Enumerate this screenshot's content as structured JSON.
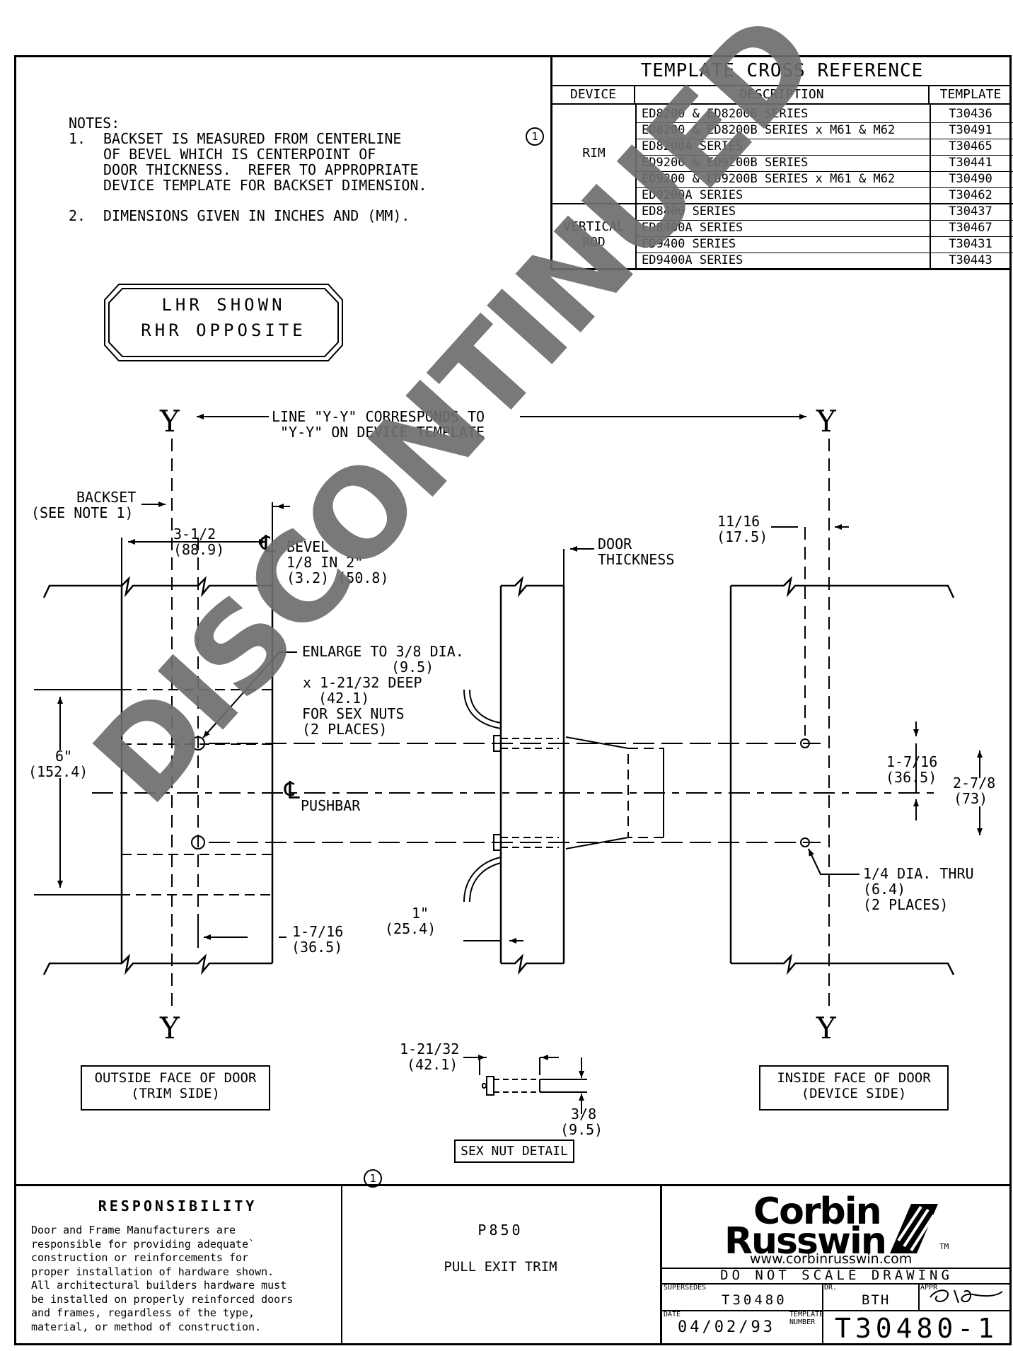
{
  "notes": {
    "heading": "NOTES:",
    "note1_num": "1.",
    "note1_lines": [
      "BACKSET IS MEASURED FROM CENTERLINE",
      "OF BEVEL WHICH IS CENTERPOINT OF",
      "DOOR THICKNESS.  REFER TO APPROPRIATE",
      "DEVICE TEMPLATE FOR BACKSET DIMENSION."
    ],
    "note2_num": "2.",
    "note2_text": "DIMENSIONS GIVEN IN INCHES AND (MM)."
  },
  "revision_mark": "1",
  "cross_reference": {
    "title": "TEMPLATE CROSS REFERENCE",
    "col_device": "DEVICE",
    "col_description": "DESCRIPTION",
    "col_template": "TEMPLATE",
    "group_rim": "RIM",
    "group_vr_1": "VERTICAL",
    "group_vr_2": "ROD",
    "rows": [
      {
        "description": "ED8200 & ED8200B SERIES",
        "template": "T30436"
      },
      {
        "description": "ED8200 & ED8200B SERIES x M61 & M62",
        "template": "T30491"
      },
      {
        "description": "ED8200A SERIES",
        "template": "T30465"
      },
      {
        "description": "ED9200 & ED9200B SERIES",
        "template": "T30441"
      },
      {
        "description": "ED9200 & ED9200B SERIES x M61 & M62",
        "template": "T30490"
      },
      {
        "description": "ED9200A SERIES",
        "template": "T30462"
      },
      {
        "description": "ED8400 SERIES",
        "template": "T30437"
      },
      {
        "description": "ED8400A SERIES",
        "template": "T30467"
      },
      {
        "description": "ED9400 SERIES",
        "template": "T30431"
      },
      {
        "description": "ED9400A SERIES",
        "template": "T30443"
      }
    ]
  },
  "hand_box": {
    "line1": "LHR SHOWN",
    "line2": "RHR OPPOSITE"
  },
  "drawing": {
    "y_label": "Y",
    "yy_line1": "LINE \"Y-Y\" CORRESPONDS TO",
    "yy_line2": "\"Y-Y\" ON DEVICE TEMPLATE",
    "backset_1": "BACKSET",
    "backset_2": "(SEE NOTE 1)",
    "dim_3_5_a": "3-1/2",
    "dim_3_5_b": "(88.9)",
    "bevel_cl": "℄",
    "bevel_1": "BEVEL",
    "bevel_2": "1/8 IN 2\"",
    "bevel_3": "(3.2) (50.8)",
    "door_thk_1": "DOOR",
    "door_thk_2": "THICKNESS",
    "dim_11_16_a": "11/16",
    "dim_11_16_b": "(17.5)",
    "enlarge_1": "ENLARGE TO 3/8 DIA.",
    "enlarge_2": "(9.5)",
    "enlarge_3": "x 1-21/32 DEEP",
    "enlarge_4": "(42.1)",
    "enlarge_5": "FOR SEX NUTS",
    "enlarge_6": "(2 PLACES)",
    "dim_6_a": "6\"",
    "dim_6_b": "(152.4)",
    "pushbar_cl": "℄",
    "pushbar": "PUSHBAR",
    "dim_1_7_16_r_a": "1-7/16",
    "dim_1_7_16_r_b": "(36.5)",
    "dim_2_7_8_a": "2-7/8",
    "dim_2_7_8_b": "(73)",
    "hole_1": "1/4 DIA. THRU",
    "hole_2": "(6.4)",
    "hole_3": "(2 PLACES)",
    "dim_1_a": "1\"",
    "dim_1_b": "(25.4)",
    "dim_1_7_16_l_a": "1-7/16",
    "dim_1_7_16_l_b": "(36.5)",
    "outside_1": "OUTSIDE FACE OF DOOR",
    "outside_2": "(TRIM SIDE)",
    "inside_1": "INSIDE FACE OF DOOR",
    "inside_2": "(DEVICE SIDE)",
    "sexnut_len_a": "1-21/32",
    "sexnut_len_b": "(42.1)",
    "sexnut_dia_a": "3/8",
    "sexnut_dia_b": "(9.5)",
    "sexnut_detail": "SEX NUT DETAIL"
  },
  "watermark": "DISCONTINUED",
  "footer": {
    "resp_title": "RESPONSIBILITY",
    "resp_lines": [
      "Door and Frame Manufacturers are",
      "responsible for providing adequate`",
      "construction or reinforcements for",
      "proper installation of hardware shown.",
      "All architectural builders hardware must",
      "be installed on properly reinforced doors",
      "and frames, regardless of the type,",
      "material, or method of construction."
    ],
    "model": "P850",
    "product": "PULL EXIT TRIM",
    "logo_line1": "Corbin",
    "logo_line2": "Russwin",
    "logo_tm": "TM",
    "website": "www.corbinrusswin.com",
    "do_not_scale": "DO NOT SCALE DRAWING",
    "supersedes_label": "SUPERSEDES",
    "supersedes_value": "T30480",
    "dr_label": "DR.",
    "dr_value": "BTH",
    "appr_label": "APPR",
    "date_label": "DATE",
    "date_value": "04/02/93",
    "template_label_1": "TEMPLATE",
    "template_label_2": "NUMBER",
    "template_number": "T30480-1"
  }
}
